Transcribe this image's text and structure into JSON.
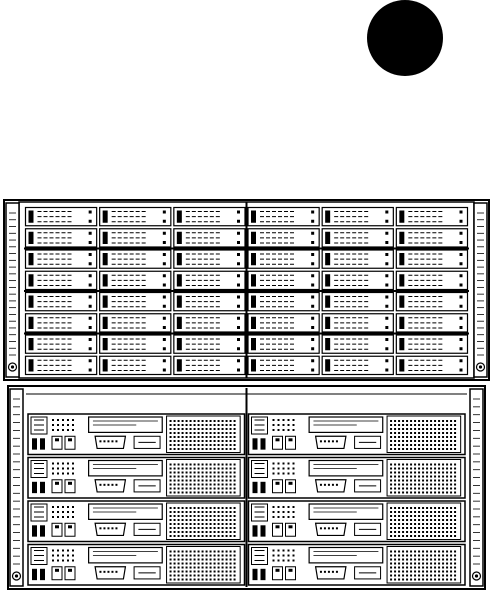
{
  "figure": {
    "marker": {
      "shape": "filled-circle",
      "color": "#000000"
    },
    "front_view": {
      "kind": "server-chassis-front",
      "bay_rows": 8,
      "bay_columns": 6,
      "center_divider": true,
      "side_handles": 2
    },
    "rear_view": {
      "kind": "server-chassis-rear",
      "node_rows": 4,
      "node_columns": 2,
      "side_handles": 2
    },
    "colors": {
      "line": "#000000",
      "background": "#ffffff"
    }
  }
}
